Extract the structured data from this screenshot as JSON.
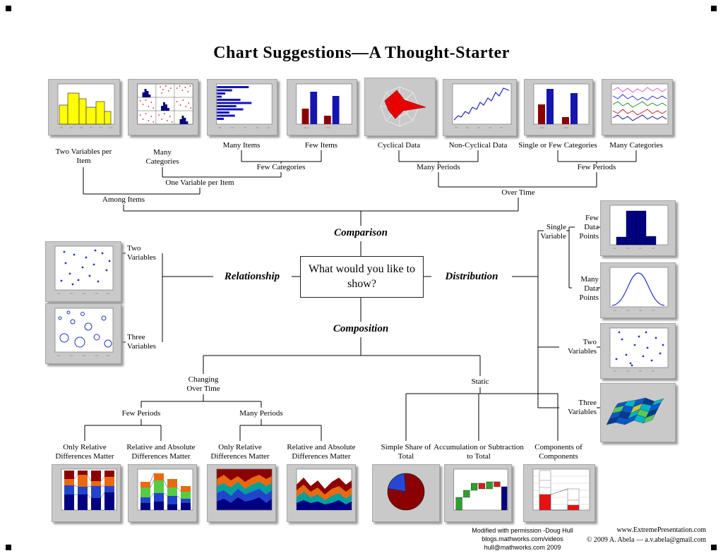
{
  "title": "Chart Suggestions—A Thought-Starter",
  "center_box": {
    "question": "What would you like to show?"
  },
  "axes": {
    "comparison": "Comparison",
    "relationship": "Relationship",
    "distribution": "Distribution",
    "composition": "Composition"
  },
  "comparison": {
    "nodes": {
      "among_items": "Among Items",
      "over_time": "Over Time",
      "one_variable_per_item": "One Variable per Item",
      "few_categories": "Few Categories",
      "many_periods": "Many Periods",
      "few_periods": "Few Periods"
    },
    "leaves": [
      {
        "icon": "variable-width-column-chart",
        "label": "Two Variables per Item"
      },
      {
        "icon": "table-with-embedded-charts",
        "label": "Many Categories"
      },
      {
        "icon": "horizontal-bar-chart",
        "label": "Many Items"
      },
      {
        "icon": "column-chart",
        "label": "Few Items"
      },
      {
        "icon": "circular-area-chart",
        "label": "Cyclical Data"
      },
      {
        "icon": "line-chart",
        "label": "Non-Cyclical Data"
      },
      {
        "icon": "column-chart",
        "label": "Single or Few Categories"
      },
      {
        "icon": "multi-line-chart",
        "label": "Many Categories"
      }
    ]
  },
  "relationship": {
    "leaves": [
      {
        "icon": "scatter-chart",
        "label": "Two Variables"
      },
      {
        "icon": "bubble-chart",
        "label": "Three Variables"
      }
    ]
  },
  "distribution": {
    "single_variable": "Single Variable",
    "leaves": [
      {
        "icon": "column-histogram",
        "label": "Few Data Points"
      },
      {
        "icon": "line-histogram",
        "label": "Many Data Points"
      },
      {
        "icon": "scatter-chart",
        "label": "Two Variables"
      },
      {
        "icon": "3d-area-chart",
        "label": "Three Variables"
      }
    ]
  },
  "composition": {
    "nodes": {
      "changing_over_time": "Changing Over Time",
      "static": "Static",
      "few_periods": "Few Periods",
      "many_periods": "Many Periods"
    },
    "leaves": [
      {
        "icon": "stacked-100-column-chart",
        "label": "Only Relative Differences Matter"
      },
      {
        "icon": "stacked-column-chart",
        "label": "Relative and Absolute Differences Matter"
      },
      {
        "icon": "stacked-100-area-chart",
        "label": "Only Relative Differences Matter"
      },
      {
        "icon": "stacked-area-chart",
        "label": "Relative and Absolute Differences Matter"
      },
      {
        "icon": "pie-chart",
        "label": "Simple Share of Total"
      },
      {
        "icon": "waterfall-chart",
        "label": "Accumulation or Subtraction to Total"
      },
      {
        "icon": "stacked-100-column-chart-with-subcomponents",
        "label": "Components of Components"
      }
    ]
  },
  "credits": {
    "modified_line1": "Modified with permission -Doug Hull",
    "modified_line2": "blogs.mathworks.com/videos",
    "modified_line3": "hull@mathworks.com 2009",
    "site": "www.ExtremePresentation.com",
    "copyright": "© 2009  A. Abela — a.v.abela@gmail.com"
  },
  "colors": {
    "navy": "#000080",
    "royal_blue": "#2244cc",
    "dark_red": "#8b0000",
    "bright_red": "#ee0000",
    "orange": "#e86a10",
    "yellow": "#ffff00",
    "green": "#55cc44",
    "teal": "#00a0a0",
    "frame_gray": "#c9c9c9"
  }
}
